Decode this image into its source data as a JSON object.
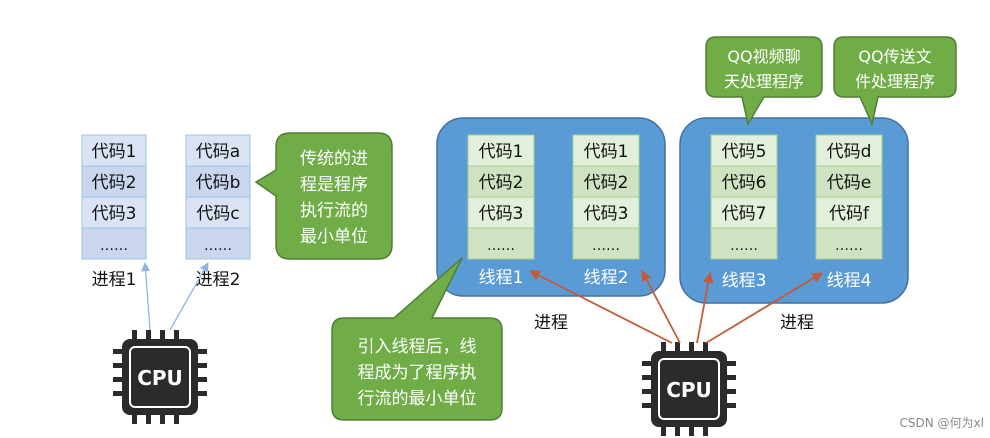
{
  "left": {
    "stack1": [
      "代码1",
      "代码2",
      "代码3",
      "……"
    ],
    "stack2": [
      "代码a",
      "代码b",
      "代码c",
      "……"
    ],
    "label1": "进程1",
    "label2": "进程2",
    "callout": [
      "传统的进",
      "程是程序",
      "执行流的",
      "最小单位"
    ]
  },
  "right": {
    "process1": {
      "label": "进程",
      "thread1": {
        "label": "线程1",
        "cells": [
          "代码1",
          "代码2",
          "代码3",
          "……"
        ]
      },
      "thread2": {
        "label": "线程2",
        "cells": [
          "代码1",
          "代码2",
          "代码3",
          "……"
        ]
      }
    },
    "process2": {
      "label": "进程",
      "thread3": {
        "label": "线程3",
        "cells": [
          "代码5",
          "代码6",
          "代码7",
          "……"
        ]
      },
      "thread4": {
        "label": "线程4",
        "cells": [
          "代码d",
          "代码e",
          "代码f",
          "……"
        ]
      }
    },
    "qq_video": [
      "QQ视频聊",
      "天处理程序"
    ],
    "qq_file": [
      "QQ传送文",
      "件处理程序"
    ],
    "callout": [
      "引入线程后，线",
      "程成为了程序执",
      "行流的最小单位"
    ]
  },
  "cpu_label": "CPU",
  "watermark": "CSDN @何为xl",
  "colors": {
    "blue_cell": "#dae3f3",
    "blue_cell_alt": "#c9d6ee",
    "green_cell": "#e2efda",
    "green_cell_alt": "#cfe3c2",
    "process_bg": "#5b9bd5",
    "callout_green": "#70ad47",
    "arrow_blue": "#8fb4e3",
    "arrow_orange": "#c55a3a",
    "cpu_dark": "#2b2b2b"
  }
}
